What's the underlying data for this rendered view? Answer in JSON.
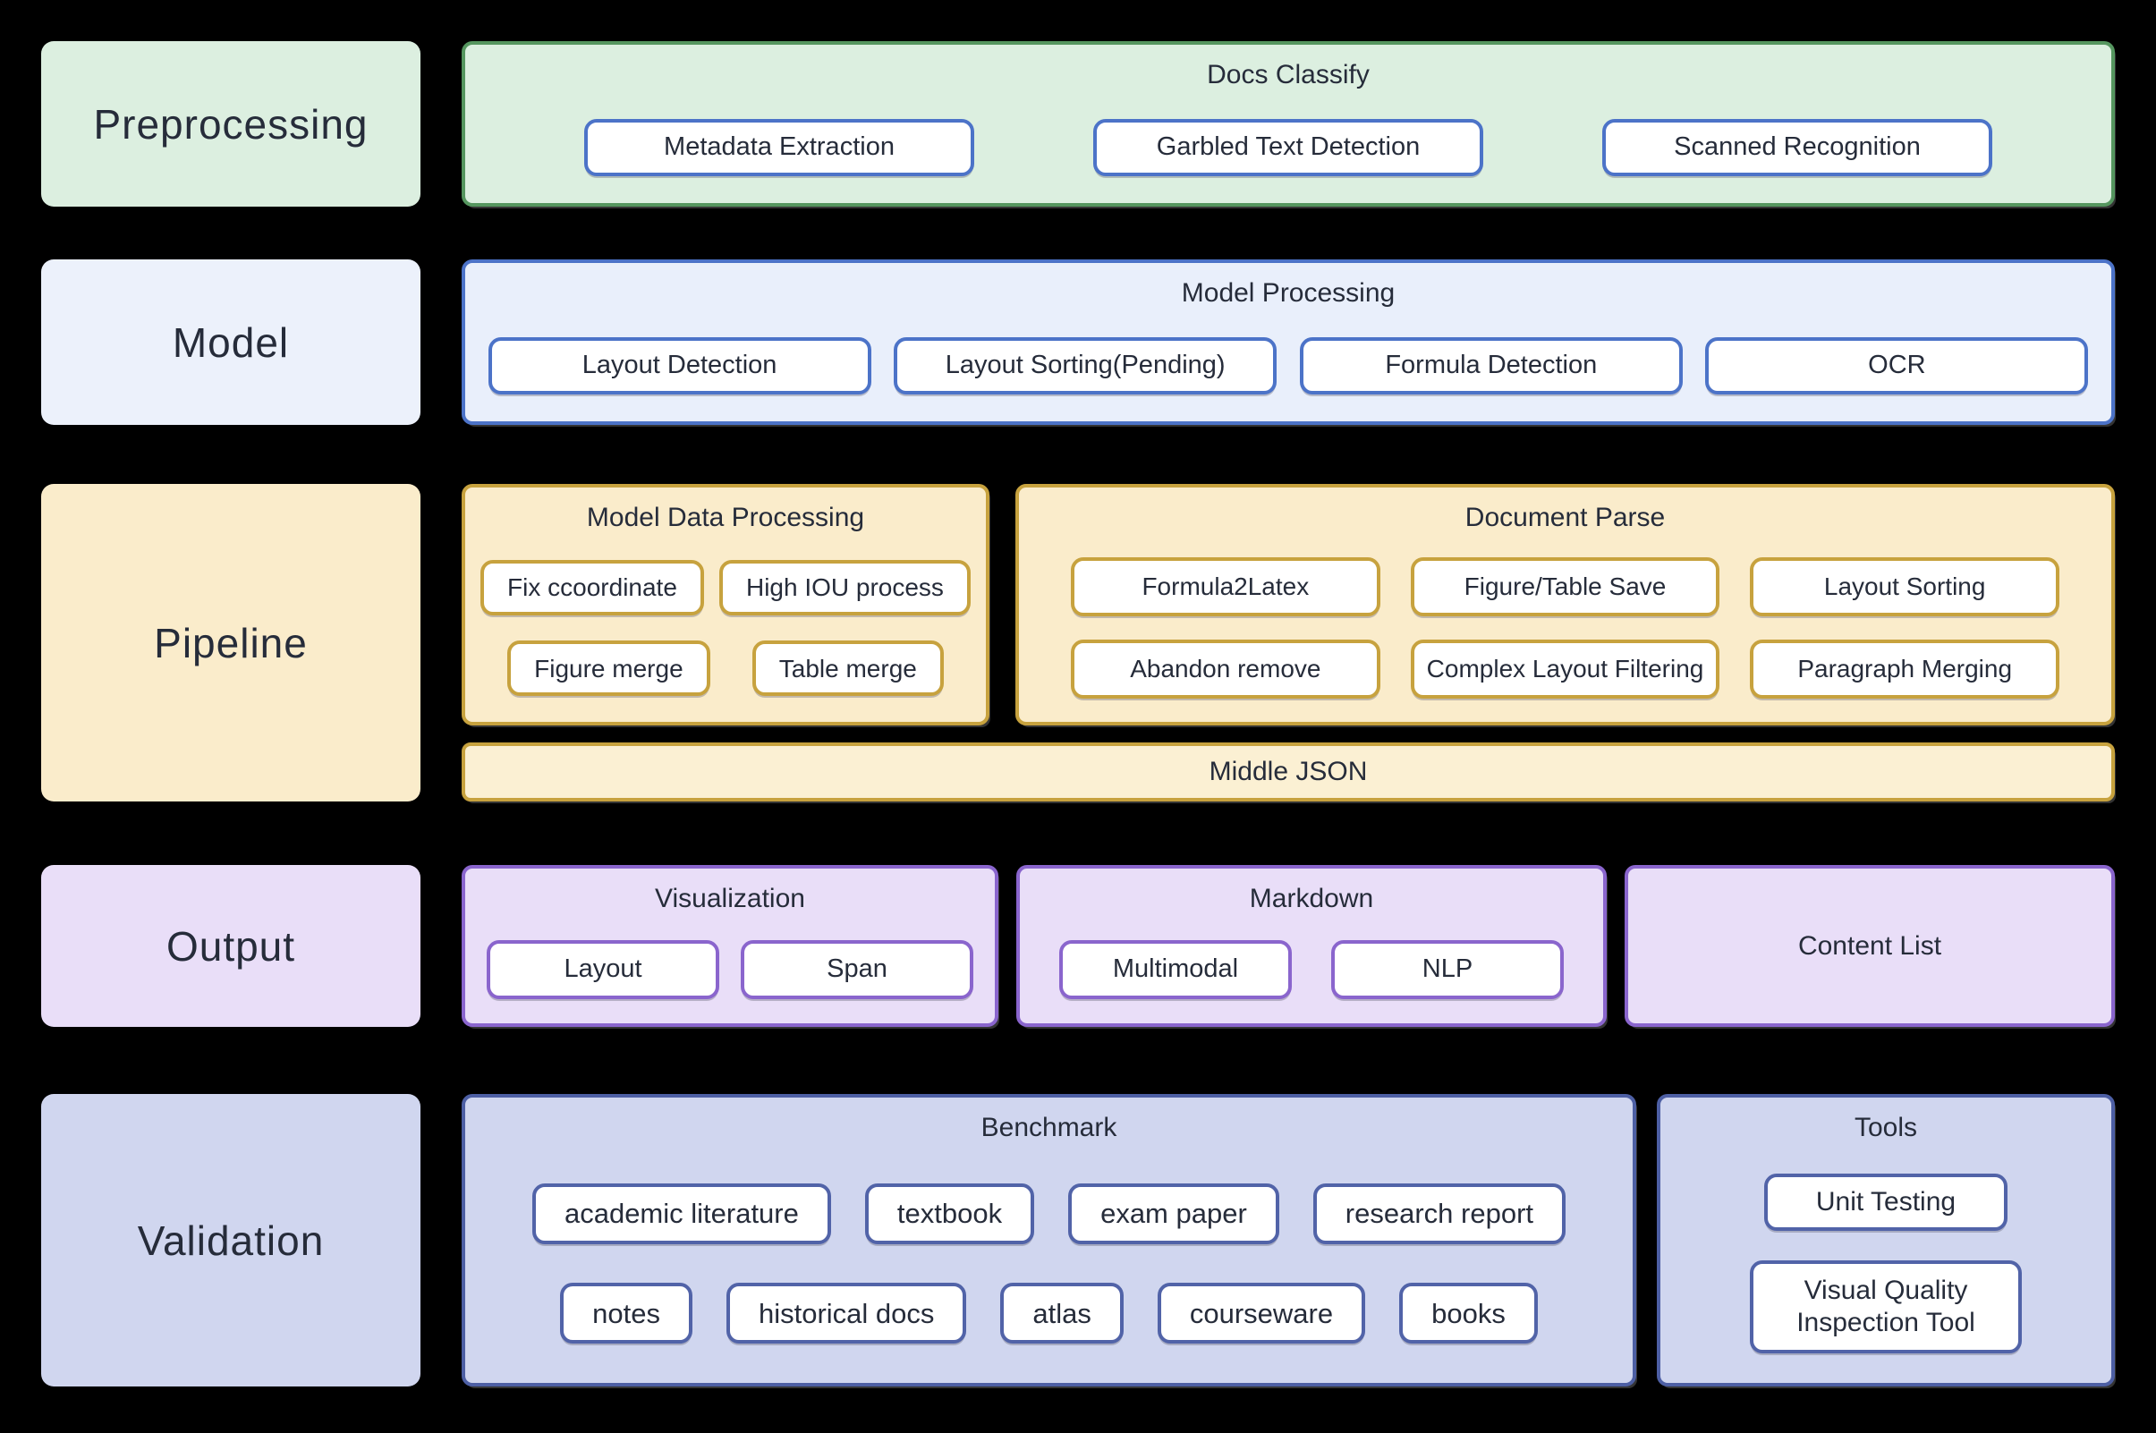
{
  "colors": {
    "background": "#000000",
    "text": "#262c3a",
    "green_fill": "#dcefe0",
    "green_border": "#55965f",
    "blue_fill": "#e9effb",
    "blue_border": "#4c73c8",
    "yellow_fill": "#faeccb",
    "yellow_border": "#c7a23e",
    "banner_fill": "#fbf0d3",
    "purple_fill": "#e9def8",
    "purple_border": "#8a65cd",
    "indigo_fill": "#d0d6ef",
    "indigo_border": "#4d5fa4",
    "node_fill": "#ffffff"
  },
  "rows": [
    {
      "label": "Preprocessing",
      "panel": {
        "title": "Docs Classify",
        "buttons": [
          "Metadata Extraction",
          "Garbled Text Detection",
          "Scanned Recognition"
        ]
      }
    },
    {
      "label": "Model",
      "panel": {
        "title": "Model Processing",
        "buttons": [
          "Layout Detection",
          "Layout Sorting(Pending)",
          "Formula Detection",
          "OCR"
        ]
      }
    },
    {
      "label": "Pipeline",
      "panels": [
        {
          "title": "Model Data Processing",
          "button_rows": [
            [
              "Fix ccoordinate",
              "High IOU process"
            ],
            [
              "Figure merge",
              "Table merge"
            ]
          ]
        },
        {
          "title": "Document Parse",
          "button_rows": [
            [
              "Formula2Latex",
              "Figure/Table Save",
              "Layout Sorting"
            ],
            [
              "Abandon remove",
              "Complex Layout Filtering",
              "Paragraph Merging"
            ]
          ]
        }
      ],
      "banner": "Middle JSON"
    },
    {
      "label": "Output",
      "panels": [
        {
          "title": "Visualization",
          "buttons": [
            "Layout",
            "Span"
          ]
        },
        {
          "title": "Markdown",
          "buttons": [
            "Multimodal",
            "NLP"
          ]
        },
        {
          "title": "Content List"
        }
      ]
    },
    {
      "label": "Validation",
      "panels": [
        {
          "title": "Benchmark",
          "button_rows": [
            [
              "academic literature",
              "textbook",
              "exam paper",
              "research report"
            ],
            [
              "notes",
              "historical docs",
              "atlas",
              "courseware",
              "books"
            ]
          ]
        },
        {
          "title": "Tools",
          "button_rows": [
            [
              "Unit Testing"
            ],
            [
              "Visual Quality Inspection Tool"
            ]
          ]
        }
      ]
    }
  ]
}
